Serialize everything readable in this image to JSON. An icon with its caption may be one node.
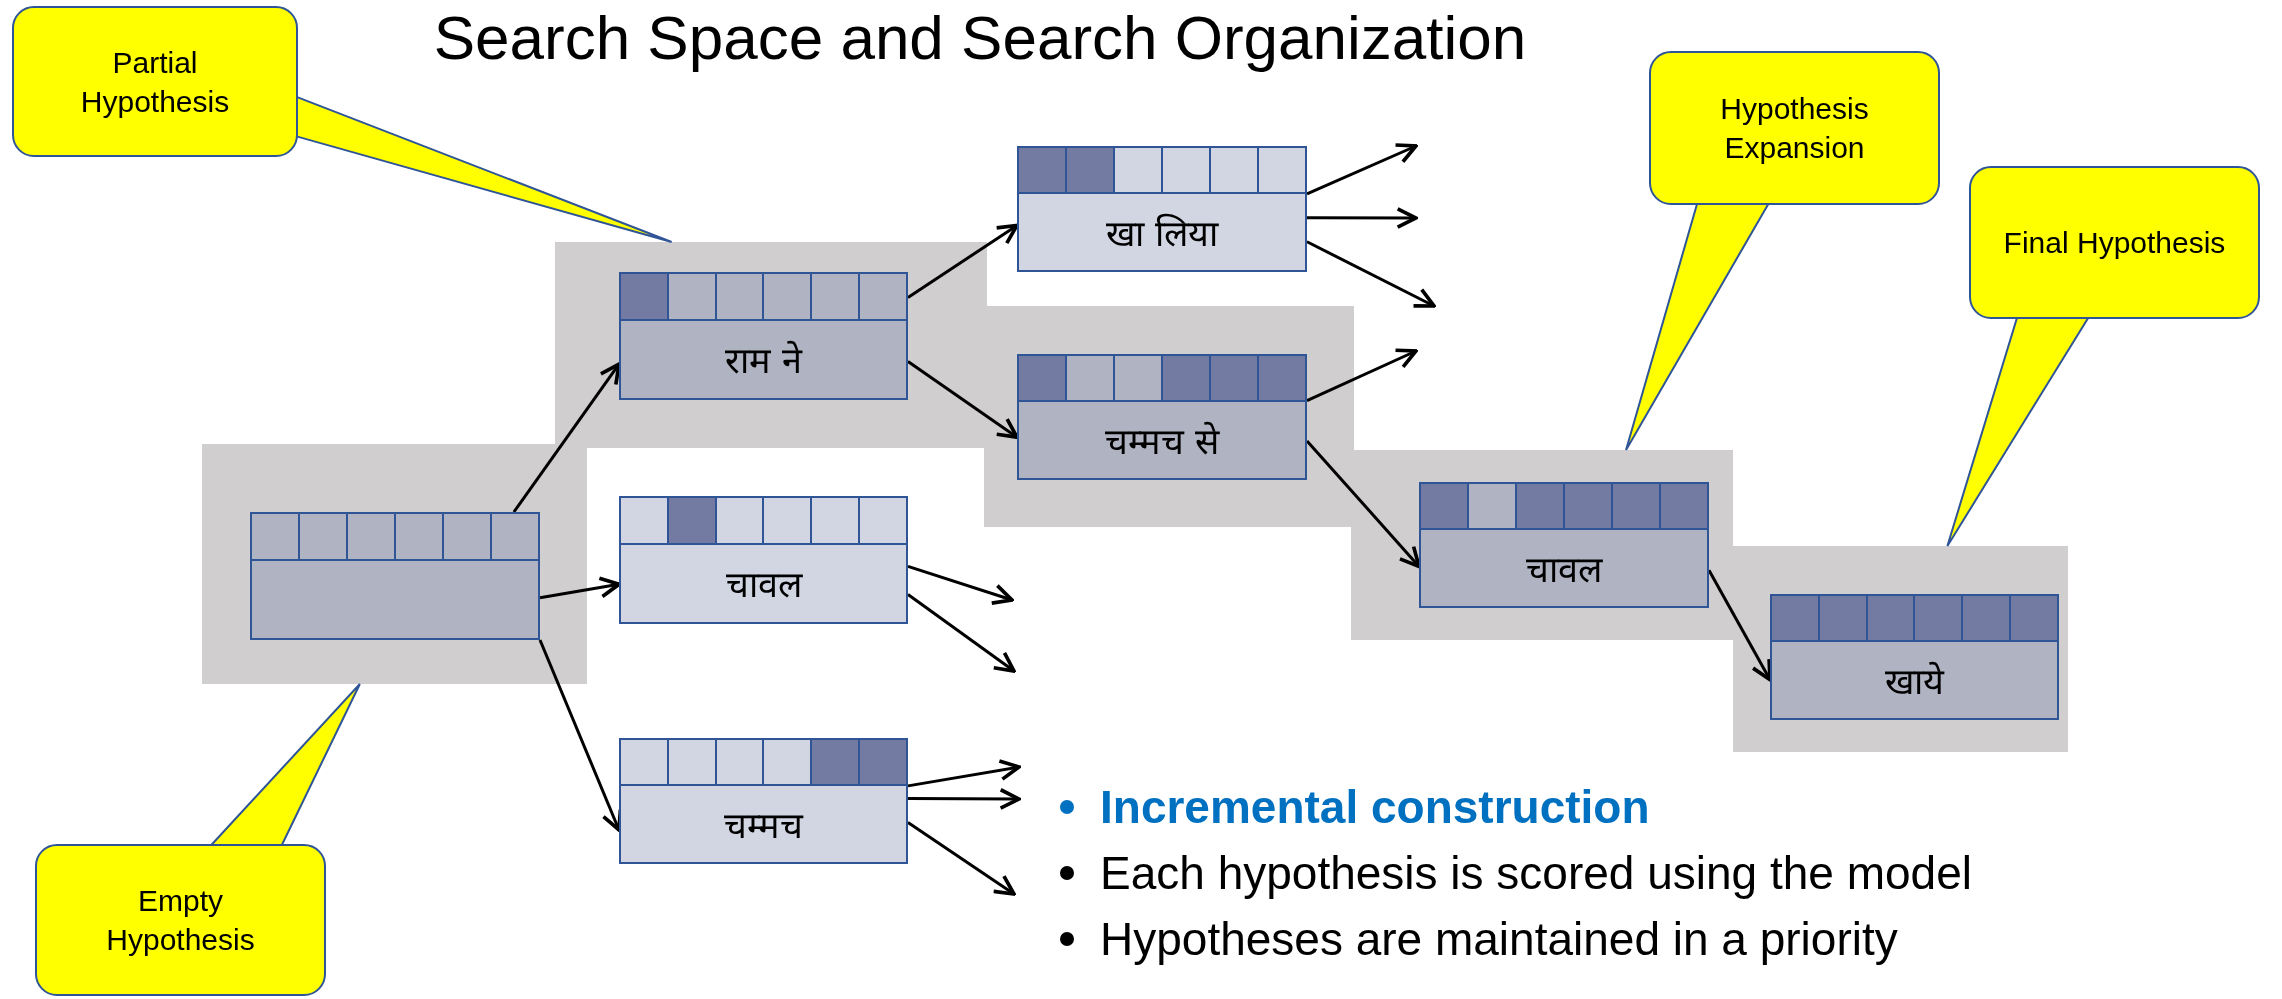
{
  "diagram": {
    "title": "Search Space and Search Organization",
    "nodes": [
      {
        "text": [
          "Partial Hypothesis"
        ]
      },
      {
        "text": [
          "Hypothesis Expansion"
        ]
      },
      {
        "text": [
          "Final Hypothesis"
        ]
      },
      {
        "text": [],
        "shape": "box"
      },
      {
        "text": [
          "राम ने"
        ],
        "in": 3
      },
      {
        "text": [
          "खा लिया"
        ]
      },
      {
        "text": [],
        "shape": "box"
      },
      {
        "text": [
          "चम्मच से"
        ],
        "in": 6
      },
      {
        "text": [],
        "shape": "box"
      },
      {
        "text": [],
        "shape": "box",
        "in": 8
      },
      {
        "text": [
          "चावल"
        ]
      },
      {
        "text": [],
        "shape": "box"
      },
      {
        "text": [
          "चावल"
        ],
        "in": 11
      },
      {
        "text": [],
        "shape": "box"
      },
      {
        "text": [
          "खाये"
        ],
        "in": 13
      },
      {
        "text": [
          "चम्मच"
        ]
      },
      {
        "text": [
          "Empty Hypothesis"
        ]
      }
    ],
    "edges": [
      {
        "from": 0,
        "to": 3,
        "arrow": "none"
      },
      {
        "from": 1,
        "to": 11,
        "arrow": "none"
      },
      {
        "from": 2,
        "to": 13,
        "arrow": "none"
      },
      {
        "from": 16,
        "to": 8,
        "arrow": "none"
      },
      {
        "from": 9,
        "to": 4,
        "arrow": "to"
      },
      {
        "from": 9,
        "to": 10,
        "arrow": "to"
      },
      {
        "from": 9,
        "to": 15,
        "arrow": "to"
      },
      {
        "from": 4,
        "to": 5,
        "arrow": "to"
      },
      {
        "from": 4,
        "to": 7,
        "arrow": "to"
      },
      {
        "from": 7,
        "to": 12,
        "arrow": "to"
      },
      {
        "from": 12,
        "to": 14,
        "arrow": "to"
      },
      {
        "from": 5,
        "to": null,
        "arrow": "to"
      },
      {
        "from": 5,
        "to": null,
        "arrow": "to"
      },
      {
        "from": 5,
        "to": null,
        "arrow": "to"
      },
      {
        "from": 7,
        "to": null,
        "arrow": "to"
      },
      {
        "from": 10,
        "to": null,
        "arrow": "to"
      },
      {
        "from": 10,
        "to": null,
        "arrow": "to"
      },
      {
        "from": 15,
        "to": null,
        "arrow": "to"
      },
      {
        "from": 15,
        "to": null,
        "arrow": "to"
      },
      {
        "from": 15,
        "to": null,
        "arrow": "to"
      }
    ],
    "labels": [
      "Incremental construction",
      "Each hypothesis is scored using the model",
      "Hypotheses are maintained in a priority"
    ]
  }
}
